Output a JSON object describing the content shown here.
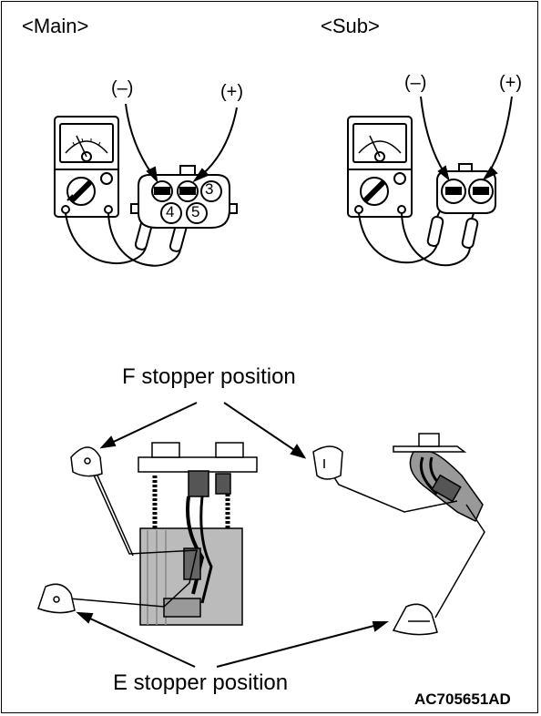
{
  "headers": {
    "main": "<Main>",
    "sub": "<Sub>"
  },
  "polarity": {
    "negative": "(–)",
    "positive": "(+)"
  },
  "pin_numbers": [
    "3",
    "4",
    "5"
  ],
  "captions": {
    "f_stopper": "F stopper position",
    "e_stopper": "E stopper position"
  },
  "figure_code": "AC705651AD"
}
